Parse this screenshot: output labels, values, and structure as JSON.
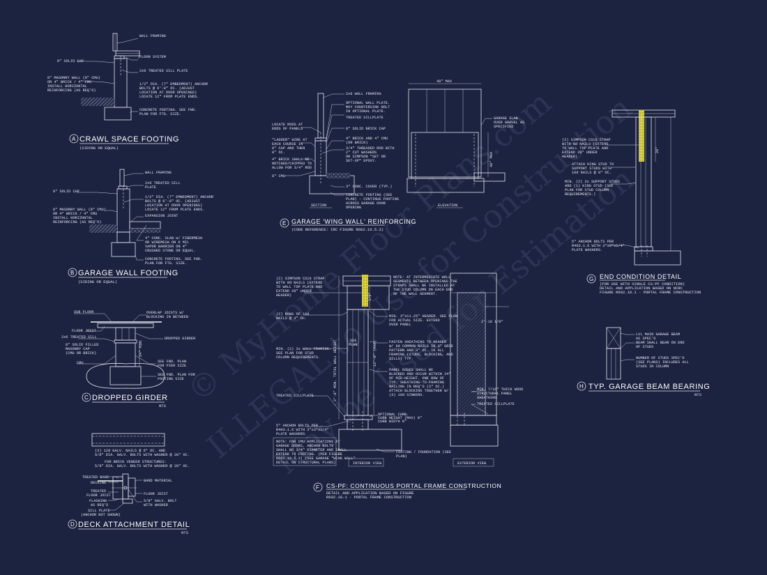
{
  "watermark": {
    "line1": "© MyHome Floor Plans.com",
    "line2": "ILLEGAL to Use for Construction",
    "line3": "May be Used for Estimation"
  },
  "details": {
    "A": {
      "letter": "A",
      "title": "CRAWL SPACE FOOTING",
      "subtitle": "(SIDING OR EQUAL)",
      "notes": {
        "wall_framing": "WALL FRAMING",
        "solid_cap": "8\" SOLID CAP",
        "floor_system": "FLOOR SYSTEM",
        "sill_plate": "2x6 TREATED SILL PLATE",
        "masonry_1": "8\" MASONRY WALL (8\" CMU)",
        "masonry_2": "OR 4\" BRICK / 4\" CMU",
        "masonry_3": "INSTALL HORIZONTAL",
        "masonry_4": "REINFORCING (AS REQ'D)",
        "anchor_1": "1/2\" DIA. (7\" EMBEDMENT) ANCHOR",
        "anchor_2": "BOLTS @ 6'-0\" OC. (ADJUST",
        "anchor_3": "LOCATION AT DOOR OPENINGS)",
        "anchor_4": "LOCATE 12\" FROM PLATE ENDS.",
        "footing_1": "CONCRETE FOOTING. SEE FND.",
        "footing_2": "PLAN FOR FTG. SIZE."
      }
    },
    "B": {
      "letter": "B",
      "title": "GARAGE WALL FOOTING",
      "subtitle": "(SIDING OR EQUAL)",
      "notes": {
        "wall_framing": "WALL FRAMING",
        "sill_1": "2x6 TREATED SILL",
        "sill_2": "PLATE",
        "solid_cap": "8\" SOLID CAP",
        "anchor_1": "1/2\" DIA. (7\" EMBEDMENT) ANCHOR",
        "anchor_2": "BOLTS @ 6'-0\" OC. (ADJUST",
        "anchor_3": "LOCATION AT DOOR OPENINGS)",
        "anchor_4": "LOCATE 12\" FROM PLATE ENDS.",
        "masonry_1": "8\" MASONRY WALL (8\" CMU)",
        "masonry_2": "OR 4\" BRICK / 4\" CMU",
        "masonry_3": "INSTALL HORIZONTAL",
        "masonry_4": "REINFORCING (AS REQ'D)",
        "expansion": "EXPANSION JOINT",
        "slab_1": "4\" CONC. SLAB w/ FIBERMESH",
        "slab_2": "OR WIREMESH ON 6 MIL",
        "slab_3": "VAPOR BARRIER ON 4\"",
        "slab_4": "CRUSHED STONE OR EQUAL.",
        "footing_1": "CONCRETE FOOTING. SEE FND.",
        "footing_2": "PLAN FOR FTG. SIZE."
      }
    },
    "C": {
      "letter": "C",
      "title": "DROPPED GIRDER",
      "scale": "NTS",
      "notes": {
        "sub_floor": "SUB FLOOR",
        "overlap_1": "OVERLAP JOISTS W/",
        "overlap_2": "BLOCKING IN BETWEEN",
        "floor_joist": "FLOOR JOIST",
        "dropped_girder": "DROPPED GIRDER",
        "sill": "2x6 TREATED SILL",
        "cmu_1": "8\" SOLID FILLED",
        "cmu_2": "MASONRY CAP",
        "cmu_3": "(CMU OR BRICK)",
        "cmu": "CMU",
        "pier_1": "SEE FND. PLAN",
        "pier_2": "FOR PIER SIZE",
        "ftg_1": "SEE FND. PLAN FOR",
        "ftg_2": "FOOTING SIZE",
        "dim": "24\" MIN."
      }
    },
    "D": {
      "letter": "D",
      "title": "DECK ATTACHMENT DETAIL",
      "scale": "NTS",
      "notes": {
        "nails_1": "(3) 12d GALV. NAILS @ 6\" OC. AND",
        "nails_2": "5/8\" DIA. GALV. BOLTS WITH WASHER @ 28\" OC.",
        "veneer_1": "FOR BRICK VENEER STRUCTURES:",
        "veneer_2": "5/8\" DIA. GALV. BOLTS WITH WASHER @ 28\" OC.",
        "band": "TREATED BAND",
        "decking": "DECKING",
        "band_material": "BAND MATERIAL",
        "floor_joist_1": "TREATED",
        "floor_joist_2": "FLOOR JOIST",
        "floor_joist_r": "FLOOR JOIST",
        "flashing_1": "FLASHING",
        "flashing_2": "AS REQ'D",
        "bolt_1": "5/8\" GALV. BOLT",
        "bolt_2": "WITH WASHER",
        "sill_1": "SILL PLATE",
        "sill_2": "(ANCHOR NOT SHOWN)"
      }
    },
    "E": {
      "letter": "E",
      "title": "GARAGE 'WING WALL' REINFORCING",
      "subtitle": "(CODE REFERENCE: IRC FIGURE R602.10.5.3)",
      "section_label": "SECTION",
      "elevation_label": "ELEVATION",
      "notes": {
        "wall_framing": "2x6 WALL FRAMING",
        "opt_1": "OPTIONAL WALL PLATE.",
        "opt_2": "MAY COUNTERSINK BOLT",
        "opt_3": "IN OPTIONAL PLATE.",
        "treated_sill": "TREATED SILLPLATE",
        "rods_1": "LOCATE RODS AT",
        "rods_2": "ENDS OF PANELS",
        "solid_cap": "8\" SOLID BRICK CAP",
        "brick_1": "4\" BRICK AND 4\" CMU",
        "brick_2": "(OR BRICK)",
        "rod_1": "3/4\" THREADED ROD WITH",
        "rod_2": "2\" CUT WASHERS",
        "rod_3": "OR SIMPSON \"SET OR",
        "rod_4": "SET-XP\" EPOXY.",
        "ladder_1": "\"LADDER\" WIRE AT",
        "ladder_2": "EACH COURSE IN",
        "ladder_3": "8\" CAP AND THEN",
        "ladder_4": "8\" OC.",
        "notch_1": "4\" BRICK SHALL BE",
        "notch_2": "NOTCHED/CHIPPED TO",
        "notch_3": "ALLOW FOR 3/4\" ROD",
        "cmu": "8\" CMU",
        "cover": "3\" CONC. COVER (TYP.)",
        "ftg_1": "CONCRETE FOOTING (SEE",
        "ftg_2": "PLAN) - CONTINUE FOOTING",
        "ftg_3": "ACROSS GARAGE DOOR",
        "ftg_4": "OPENING",
        "slab_1": "GARAGE SLAB",
        "slab_2": "OVER GRAVEL AS",
        "slab_3": "SPECIFIED",
        "dim_top": "48\" MAX",
        "dim_side": "48\" MAX"
      }
    },
    "F": {
      "letter": "F",
      "title": "CS-PF: CONTINUOUS PORTAL FRAME CONSTRUCTION",
      "sub_1": "DETAIL AND APPLICATION BASED ON FIGURE",
      "sub_2": "R602.10.1 - PORTAL FRAME CONSTRUCTION",
      "interior_label": "INTERIOR VIEW",
      "exterior_label": "EXTERIOR VIEW",
      "notes": {
        "strap_1": "(2) SIMPSON CS16 STRAP",
        "strap_2": "WITH 8d NAILS (EXTEND",
        "strap_3": "TO WALL TOP PLATE AND",
        "strap_4": "EXTEND 28\" UNDER",
        "strap_5": "HEADER)",
        "int_1": "NOTE: AT INTERMEDIATE WALL",
        "int_2": "SEGMENTS BETWEEN OPENINGS THE",
        "int_3": "STRAPS SHALL BE INSTALLED AT",
        "int_4": "THE STUD COLUMN ON EACH END",
        "int_5": "OF THE WALL SEGMENT.",
        "rows_1": "(2) ROWS OF 16d",
        "rows_2": "NAILS @ 3\" OC.",
        "header_1": "MIN. 3\"x11.25\" HEADER. SEE PLAN",
        "header_2": "FOR ACTUAL SIZE. EXTEND",
        "header_3": "OVER PANEL",
        "see_1": "SEE",
        "see_2": "PLAN",
        "fasten_1": "FASTEN SHEATHING TO HEADER",
        "fasten_2": "W/ 8d COMMON NAILS IN 3\" GRID",
        "fasten_3": "PATTERN AND 3\" OC. IN ALL",
        "fasten_4": "FRAMING (STUDS, BLOCKING, AND",
        "fasten_5": "SILLS) TYP.",
        "stud_1": "MIN. (2) 2x WALL FRAMING.",
        "stud_2": "SEE PLAN FOR STUD",
        "stud_3": "COLUMN REQUIREMENTS.",
        "dim_vert": "12'-0\" (MAX)",
        "dim_total": "2'-8\" MIN. TOTAL WALL HEIGHT",
        "dim_38": "3/8\"",
        "dim_210": "2'-10 1/8\"",
        "panel_1": "PANEL EDGES SHALL BE",
        "panel_2": "BLOCKED AND OCCUR WITHIN 24\"",
        "panel_3": "OF MID-HEIGHT. ONE ROW OF",
        "panel_4": "TYP. SHEATHING-TO-FRAMING",
        "panel_5": "NAILING IN REQ'D (3\" OC.)",
        "panel_6": "ATTACH BLOCKING TOGETHER W/",
        "panel_7": "(3) 16d SINKERS.",
        "sheath_1": "MIN. 7/16\" THICK WOOD",
        "sheath_2": "STRUCTURAL PANEL",
        "sheath_3": "SHEATHING",
        "treated_l": "TREATED SILLPLATE",
        "treated_r": "TREATED SILLPLATE",
        "anchor_1": "5\" ANCHOR BOLTS PER",
        "anchor_2": "R403.1.6 WITH 3\"x3\"x1/4\"",
        "anchor_3": "PLATE WASHERS.",
        "curb_1": "OPTIONAL CURB.",
        "curb_2": "CURB HEIGHT (MAX) 8\"",
        "curb_3": "CURB WIDTH 8\"",
        "cmu_1": "NOTE: FOR CMU APPLICATIONS AT",
        "cmu_2": "GARAGE DOORS, ANCHOR BOLTS",
        "cmu_3": "SHALL BE 3/4\" DIAMETER AND SHALL",
        "cmu_4": "EXTEND TO FOOTING. (PER FIGURE",
        "cmu_5": "R602.10.5.3) (SEE GARAGE \"WING WALL\"",
        "cmu_6": "DETAIL ON STRUCTURAL PLANS)",
        "ftg_1": "FOOTING / FOUNDATION (SEE",
        "ftg_2": "PLAN)"
      }
    },
    "G": {
      "letter": "G",
      "title": "END CONDITION DETAIL",
      "sub_1": "(FOR USE WITH SINGLE CS-PF CONDITION)",
      "sub_2": "DETAIL AND APPLICATION BASED ON NCRC",
      "sub_3": "FIGURE R602.10.1 - PORTAL FRAME CONSTRUCTION",
      "notes": {
        "strap_1": "(2) SIMPSON CS16 STRAP",
        "strap_2": "WITH 8d NAILS (EXTEND",
        "strap_3": "TO WALL TOP PLATE AND",
        "strap_4": "EXTEND 28\" UNDER",
        "strap_5": "HEADER)",
        "king_1": "ATTACH KING STUD TO",
        "king_2": "SUPPORT STUDS WITH",
        "king_3": "10d NAILS @ 8\" OC.",
        "min_1": "MIN. (2) 2x SUPPORT STUDS",
        "min_2": "AND (1) KING STUD (SEE",
        "min_3": "PLAN FOR STUD COLUMN",
        "min_4": "REQUIREMENTS.)",
        "anchor_1": "5\" ANCHOR BOLTS PER",
        "anchor_2": "R403.1.6 WITH 3\"x3\"x1/4\"",
        "anchor_3": "PLATE WASHERS.",
        "dim": "28\""
      }
    },
    "H": {
      "letter": "H",
      "title": "TYP. GARAGE BEAM BEARING",
      "scale": "NTS",
      "notes": {
        "lvl_1": "LVL MAIN GARAGE BEAM",
        "lvl_2": "AS SPEC'D",
        "bear_1": "BEAM SHALL BEAR ON END",
        "bear_2": "OF STUDS",
        "num_1": "NUMBER OF STUDS SPEC'D",
        "num_2": "(SEE PLANS) INCLUDES ALL",
        "num_3": "STUDS IN COLUMN"
      }
    }
  }
}
